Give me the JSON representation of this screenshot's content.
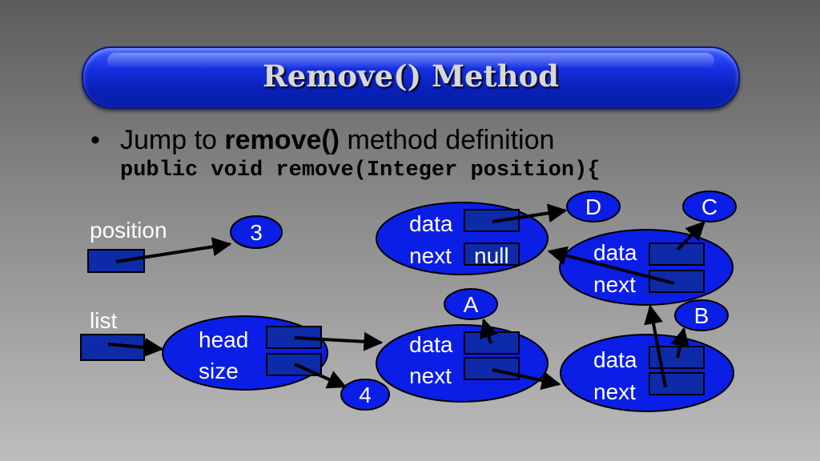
{
  "title": "Remove() Method",
  "bullet": {
    "prefix": "Jump to ",
    "bold": "remove()",
    "suffix": " method definition"
  },
  "code": "public void remove(Integer position){",
  "variables": {
    "position_label": "position",
    "list_label": "list"
  },
  "values": {
    "position_value": "3",
    "size_value": "4"
  },
  "list_header": {
    "head_label": "head",
    "size_label": "size"
  },
  "nodes": [
    {
      "data_label": "data",
      "next_label": "next",
      "next_value": ""
    },
    {
      "data_label": "data",
      "next_label": "next",
      "next_value": ""
    },
    {
      "data_label": "data",
      "next_label": "next",
      "next_value": ""
    },
    {
      "data_label": "data",
      "next_label": "next",
      "next_value": "null"
    }
  ],
  "elements": {
    "a": "A",
    "b": "B",
    "c": "C",
    "d": "D"
  },
  "colors": {
    "node_fill": "#0a1ee6",
    "pointer_box": "#0d2aa8",
    "arrow": "#000000"
  }
}
